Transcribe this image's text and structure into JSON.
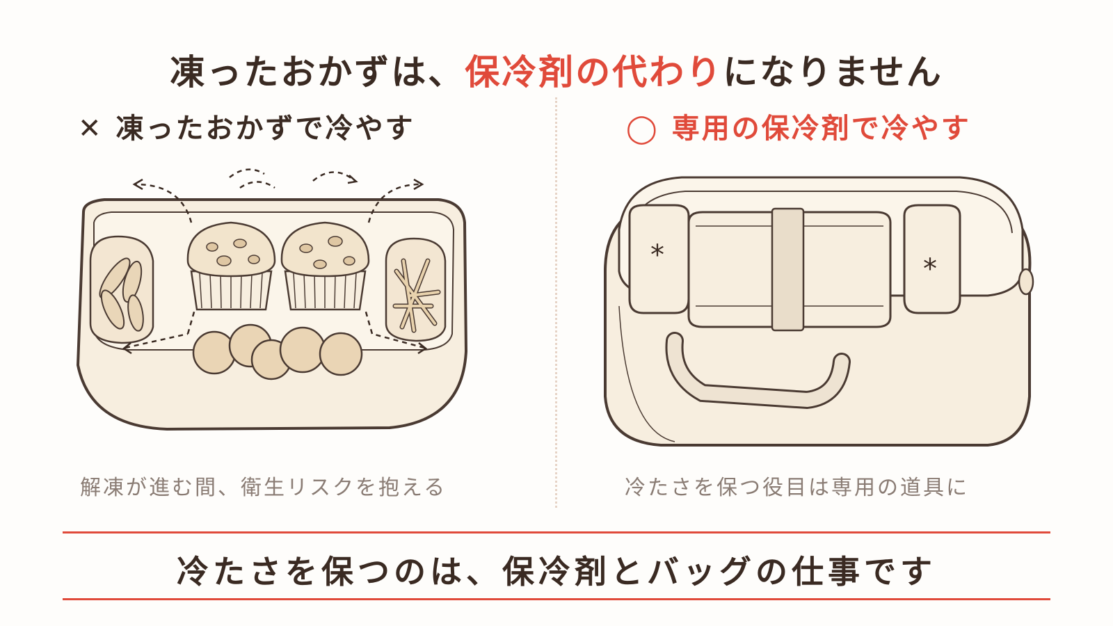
{
  "title": {
    "before": "凍ったおかずは、",
    "accent": "保冷剤の代わり",
    "after": "になりません"
  },
  "left_panel": {
    "mark": "✕",
    "heading": "凍ったおかずで冷やす",
    "caption": "解凍が進む間、衛生リスクを抱える"
  },
  "right_panel": {
    "mark": "◯",
    "heading": "専用の保冷剤で冷やす",
    "caption": "冷たさを保つ役目は専用の道具に"
  },
  "conclusion": "冷たさを保つのは、保冷剤とバッグの仕事です",
  "colors": {
    "accent": "#e04a3a",
    "text": "#3a2a22",
    "caption": "#8a7c74",
    "cream": "#f7eedf",
    "outline": "#4a3a32"
  }
}
